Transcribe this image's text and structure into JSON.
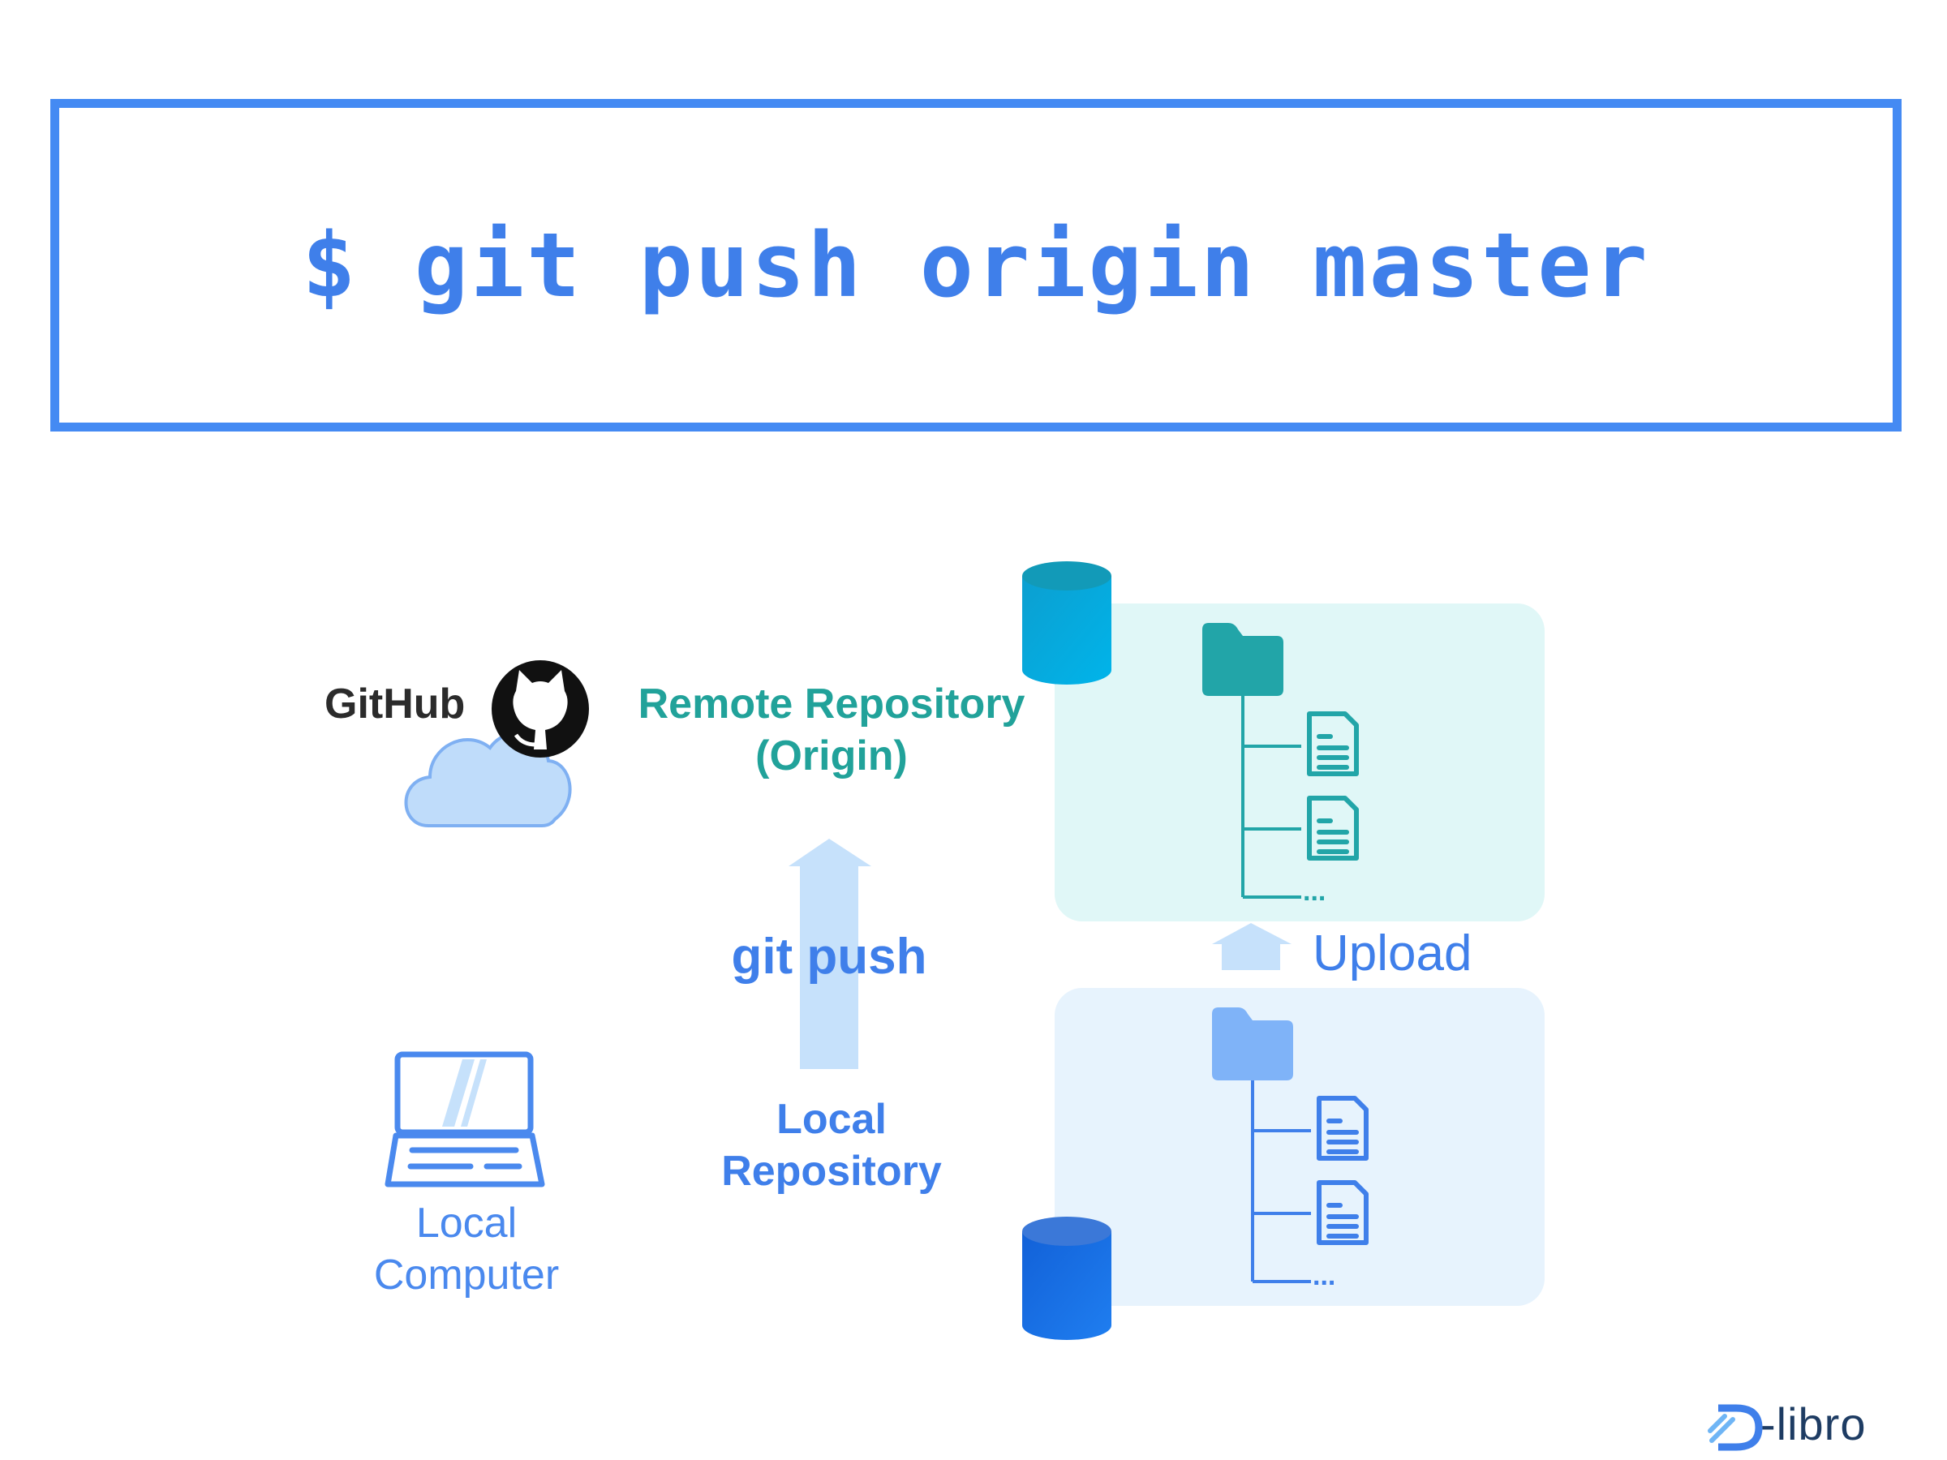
{
  "command": {
    "text": "$ git push origin master"
  },
  "diagram": {
    "github_label": "GitHub",
    "remote_repo_label_line1": "Remote Repository",
    "remote_repo_label_line2": "(Origin)",
    "git_push_label": "git push",
    "local_repo_label_line1": "Local",
    "local_repo_label_line2": "Repository",
    "local_computer_label_line1": "Local",
    "local_computer_label_line2": "Computer",
    "upload_label": "Upload",
    "ellipsis": "..."
  },
  "brand": {
    "logo_text": "-libro"
  },
  "colors": {
    "command_blue": "#3f7fea",
    "border_blue": "#448af3",
    "teal": "#21a29a",
    "remote_panel_bg": "#e0f7f7",
    "local_panel_bg": "#e7f3fd",
    "arrow_light_blue": "#c6e1fb",
    "cloud_blue": "#bfdcfa",
    "laptop_blue": "#4a89ee"
  },
  "icons": {
    "github": "github-octocat-icon",
    "cloud": "cloud-icon",
    "laptop": "laptop-icon",
    "database": "database-cylinder-icon",
    "folder": "folder-icon",
    "file": "document-icon",
    "arrow": "up-arrow-icon"
  }
}
